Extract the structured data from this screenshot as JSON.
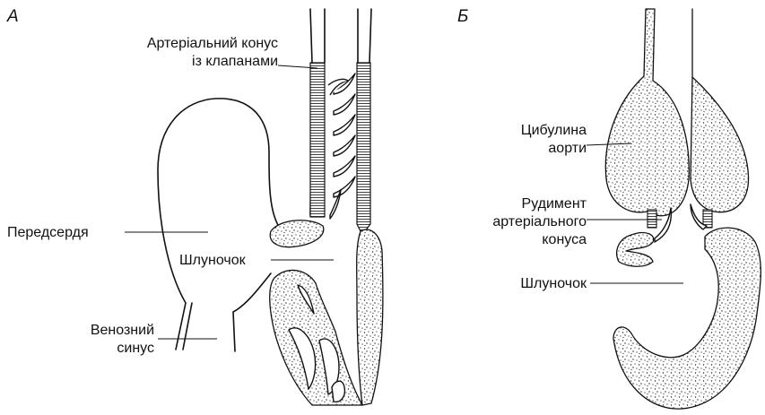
{
  "panels": [
    {
      "id": "A",
      "label": "А",
      "annotations": [
        "Артеріальний конус",
        "із клапанами",
        "Передсердя",
        "Шлуночок",
        "Венозний",
        "синус"
      ]
    },
    {
      "id": "B",
      "label": "Б",
      "annotations": [
        "Цибулина",
        "аорти",
        "Рудимент",
        "артеріального",
        "конуса",
        "Шлуночок"
      ]
    }
  ],
  "icons": [
    "stipple-texture",
    "hatched-wall"
  ]
}
